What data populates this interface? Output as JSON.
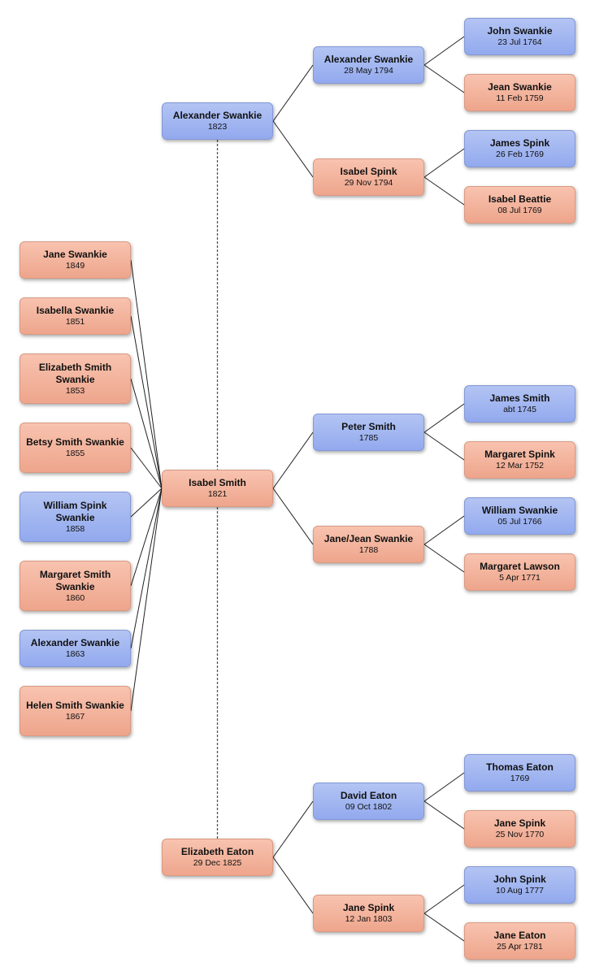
{
  "people": {
    "p1": {
      "name": "Alexander Swankie",
      "date": "1823",
      "sex": "male"
    },
    "p2": {
      "name": "Alexander Swankie",
      "date": "28 May 1794",
      "sex": "male"
    },
    "p3": {
      "name": "John Swankie",
      "date": "23 Jul 1764",
      "sex": "male"
    },
    "p4": {
      "name": "Jean Swankie",
      "date": "11 Feb 1759",
      "sex": "female"
    },
    "p5": {
      "name": "Isabel Spink",
      "date": "29 Nov 1794",
      "sex": "female"
    },
    "p6": {
      "name": "James Spink",
      "date": "26 Feb 1769",
      "sex": "male"
    },
    "p7": {
      "name": "Isabel Beattie",
      "date": "08 Jul 1769",
      "sex": "female"
    },
    "p8": {
      "name": "Isabel Smith",
      "date": "1821",
      "sex": "female"
    },
    "p9": {
      "name": "Peter Smith",
      "date": "1785",
      "sex": "male"
    },
    "p10": {
      "name": "James Smith",
      "date": "abt 1745",
      "sex": "male"
    },
    "p11": {
      "name": "Margaret Spink",
      "date": "12 Mar 1752",
      "sex": "female"
    },
    "p12": {
      "name": "Jane/Jean Swankie",
      "date": "1788",
      "sex": "female"
    },
    "p13": {
      "name": "William Swankie",
      "date": "05 Jul 1766",
      "sex": "male"
    },
    "p14": {
      "name": "Margaret Lawson",
      "date": "5 Apr 1771",
      "sex": "female"
    },
    "p15": {
      "name": "Elizabeth Eaton",
      "date": "29 Dec 1825",
      "sex": "female"
    },
    "p16": {
      "name": "David Eaton",
      "date": "09 Oct 1802",
      "sex": "male"
    },
    "p17": {
      "name": "Thomas Eaton",
      "date": "1769",
      "sex": "male"
    },
    "p18": {
      "name": "Jane Spink",
      "date": "25 Nov 1770",
      "sex": "female"
    },
    "p19": {
      "name": "Jane Spink",
      "date": "12 Jan 1803",
      "sex": "female"
    },
    "p20": {
      "name": "John Spink",
      "date": "10 Aug 1777",
      "sex": "male"
    },
    "p21": {
      "name": "Jane Eaton",
      "date": "25 Apr 1781",
      "sex": "female"
    },
    "c1": {
      "name": "Jane Swankie",
      "date": "1849",
      "sex": "female"
    },
    "c2": {
      "name": "Isabella Swankie",
      "date": "1851",
      "sex": "female"
    },
    "c3": {
      "name": "Elizabeth Smith Swankie",
      "date": "1853",
      "sex": "female"
    },
    "c4": {
      "name": "Betsy Smith Swankie",
      "date": "1855",
      "sex": "female"
    },
    "c5": {
      "name": "William Spink Swankie",
      "date": "1858",
      "sex": "male"
    },
    "c6": {
      "name": "Margaret Smith Swankie",
      "date": "1860",
      "sex": "female"
    },
    "c7": {
      "name": "Alexander Swankie",
      "date": "1863",
      "sex": "male"
    },
    "c8": {
      "name": "Helen Smith Swankie",
      "date": "1867",
      "sex": "female"
    }
  },
  "parent_links": [
    {
      "child": "p1",
      "parents": [
        "p2",
        "p5"
      ]
    },
    {
      "child": "p2",
      "parents": [
        "p3",
        "p4"
      ]
    },
    {
      "child": "p5",
      "parents": [
        "p6",
        "p7"
      ]
    },
    {
      "child": "p8",
      "parents": [
        "p9",
        "p12"
      ]
    },
    {
      "child": "p9",
      "parents": [
        "p10",
        "p11"
      ]
    },
    {
      "child": "p12",
      "parents": [
        "p13",
        "p14"
      ]
    },
    {
      "child": "p15",
      "parents": [
        "p16",
        "p19"
      ]
    },
    {
      "child": "p16",
      "parents": [
        "p17",
        "p18"
      ]
    },
    {
      "child": "p19",
      "parents": [
        "p20",
        "p21"
      ]
    }
  ],
  "children_links": {
    "parent": "p8",
    "children": [
      "c1",
      "c2",
      "c3",
      "c4",
      "c5",
      "c6",
      "c7",
      "c8"
    ]
  },
  "spouse_links": [
    [
      "p1",
      "p8"
    ],
    [
      "p8",
      "p15"
    ]
  ]
}
